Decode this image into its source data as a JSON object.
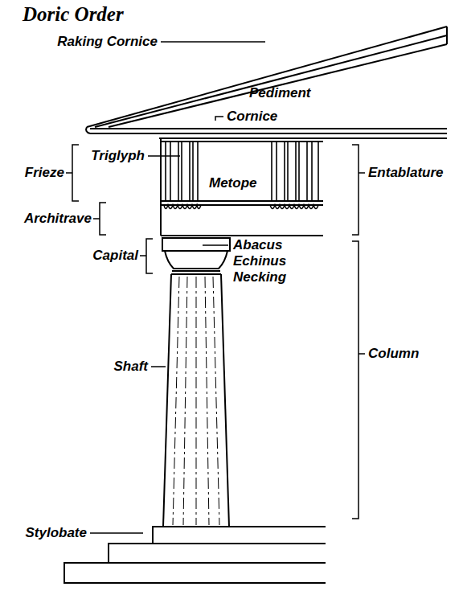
{
  "diagram": {
    "title": "Doric Order",
    "labels": [
      "Raking Cornice",
      "Pediment",
      "Cornice",
      "Triglyph",
      "Frieze",
      "Metope",
      "Entablature",
      "Architrave",
      "Capital",
      "Abacus",
      "Echinus",
      "Necking",
      "Shaft",
      "Column",
      "Stylobate"
    ]
  }
}
